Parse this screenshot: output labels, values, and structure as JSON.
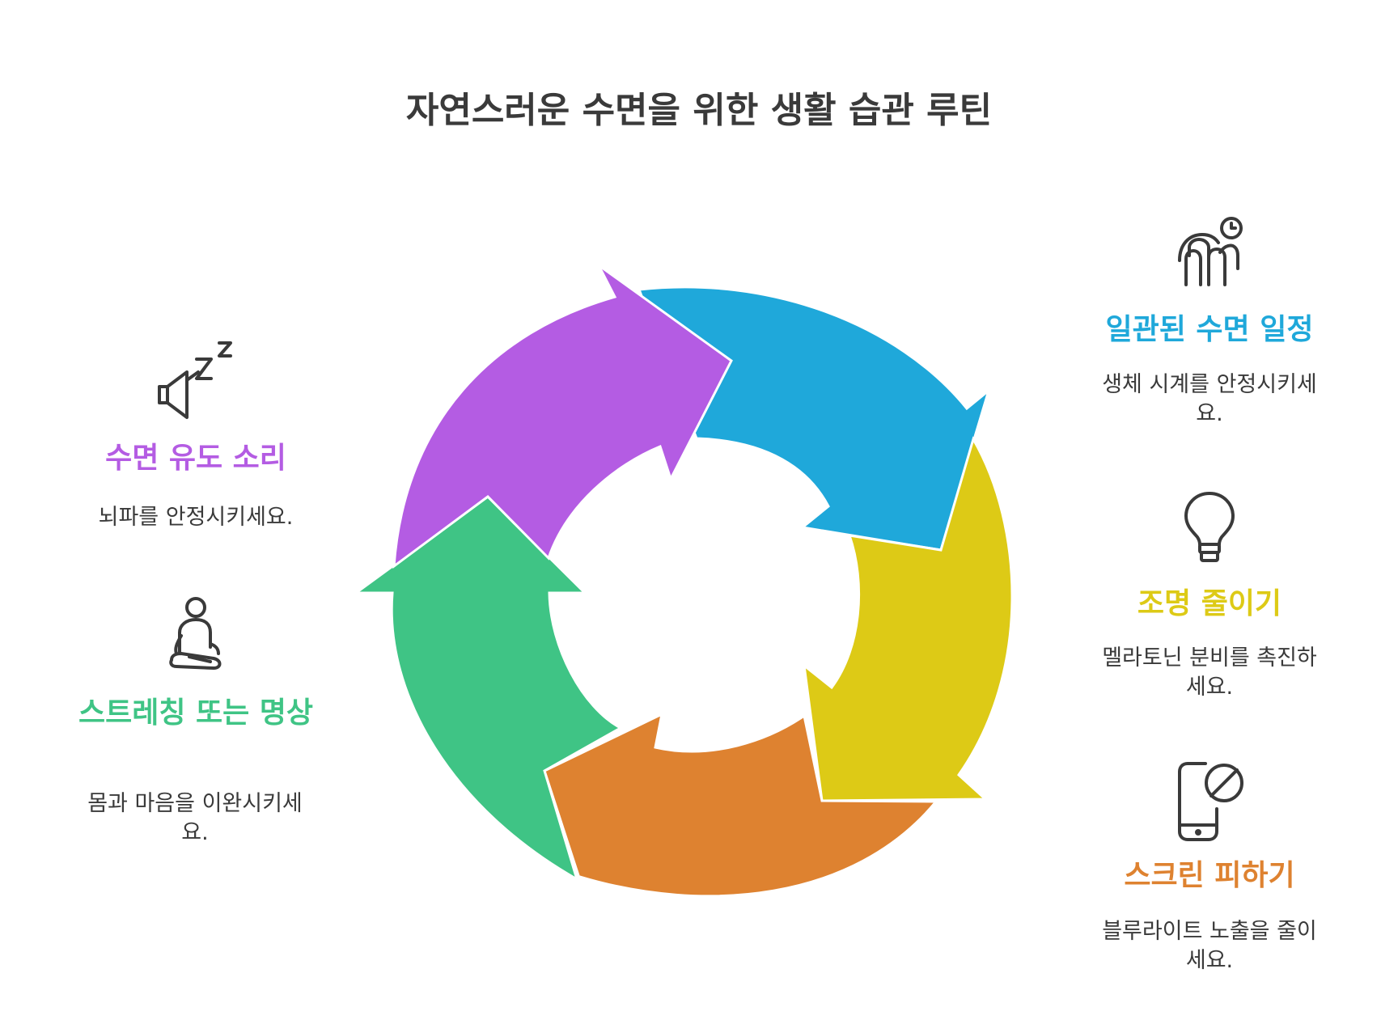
{
  "title": "자연스러운 수면을 위한 생활 습관 루틴",
  "colors": {
    "blue": "#1FA8DA",
    "yellow": "#DDCA16",
    "orange": "#DE8230",
    "green": "#3FC485",
    "purple": "#B45CE3"
  },
  "steps": [
    {
      "label": "일관된 수면 일정",
      "desc": "생체 시계를 안정시키세요.",
      "color": "#1FA8DA",
      "icon": "fingers-clock-icon"
    },
    {
      "label": "조명 줄이기",
      "desc": "멜라토닌 분비를 촉진하세요.",
      "color": "#DDCA16",
      "icon": "lightbulb-icon"
    },
    {
      "label": "스크린 피하기",
      "desc": "블루라이트 노출을 줄이세요.",
      "color": "#DE8230",
      "icon": "phone-blocked-icon"
    },
    {
      "label": "스트레칭 또는 명상",
      "desc": "몸과 마음을 이완시키세요.",
      "color": "#3FC485",
      "icon": "meditation-icon"
    },
    {
      "label": "수면 유도 소리",
      "desc": "뇌파를 안정시키세요.",
      "color": "#B45CE3",
      "icon": "sleep-sound-icon"
    }
  ]
}
